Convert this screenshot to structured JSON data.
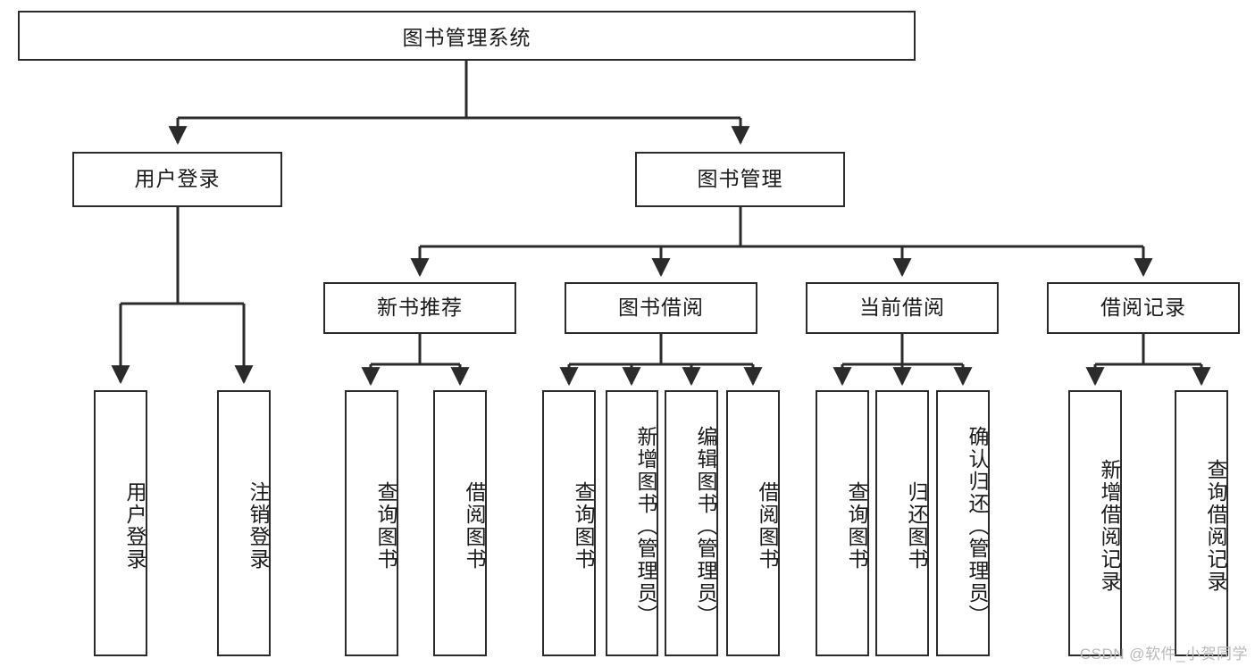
{
  "diagram": {
    "type": "tree",
    "title": "图书管理系统",
    "orientation": "top-down",
    "colors": {
      "box_border": "#2b2b2b",
      "box_fill": "#ffffff",
      "edge": "#2b2b2b",
      "text": "#1a1a1a",
      "watermark": "#b9b9b9",
      "background": "#ffffff"
    },
    "nodes": {
      "root": {
        "label": "图书管理系统"
      },
      "level2": [
        {
          "id": "user-login",
          "label": "用户登录"
        },
        {
          "id": "book-manage",
          "label": "图书管理"
        }
      ],
      "level3": [
        {
          "id": "new-book-recommend",
          "label": "新书推荐"
        },
        {
          "id": "book-borrow",
          "label": "图书借阅"
        },
        {
          "id": "current-borrow",
          "label": "当前借阅"
        },
        {
          "id": "borrow-record",
          "label": "借阅记录"
        }
      ],
      "leaves": {
        "user-login": [
          {
            "id": "leaf-user-login",
            "label": "用户登录"
          },
          {
            "id": "leaf-logout-login",
            "label": "注销登录"
          }
        ],
        "new-book-recommend": [
          {
            "id": "leaf-query-book-1",
            "label": "查询图书"
          },
          {
            "id": "leaf-borrow-book-1",
            "label": "借阅图书"
          }
        ],
        "book-borrow": [
          {
            "id": "leaf-query-book-2",
            "label": "查询图书"
          },
          {
            "id": "leaf-add-book",
            "label": "新增图书（管理员）"
          },
          {
            "id": "leaf-edit-book",
            "label": "编辑图书（管理员）"
          },
          {
            "id": "leaf-borrow-book-2",
            "label": "借阅图书"
          }
        ],
        "current-borrow": [
          {
            "id": "leaf-query-book-3",
            "label": "查询图书"
          },
          {
            "id": "leaf-return-book",
            "label": "归还图书"
          },
          {
            "id": "leaf-confirm-return",
            "label": "确认归还（管理员）"
          }
        ],
        "borrow-record": [
          {
            "id": "leaf-add-record",
            "label": "新增借阅记录"
          },
          {
            "id": "leaf-query-record",
            "label": "查询借阅记录"
          }
        ]
      }
    },
    "watermark": "CSDN @软件_小贺同学"
  }
}
